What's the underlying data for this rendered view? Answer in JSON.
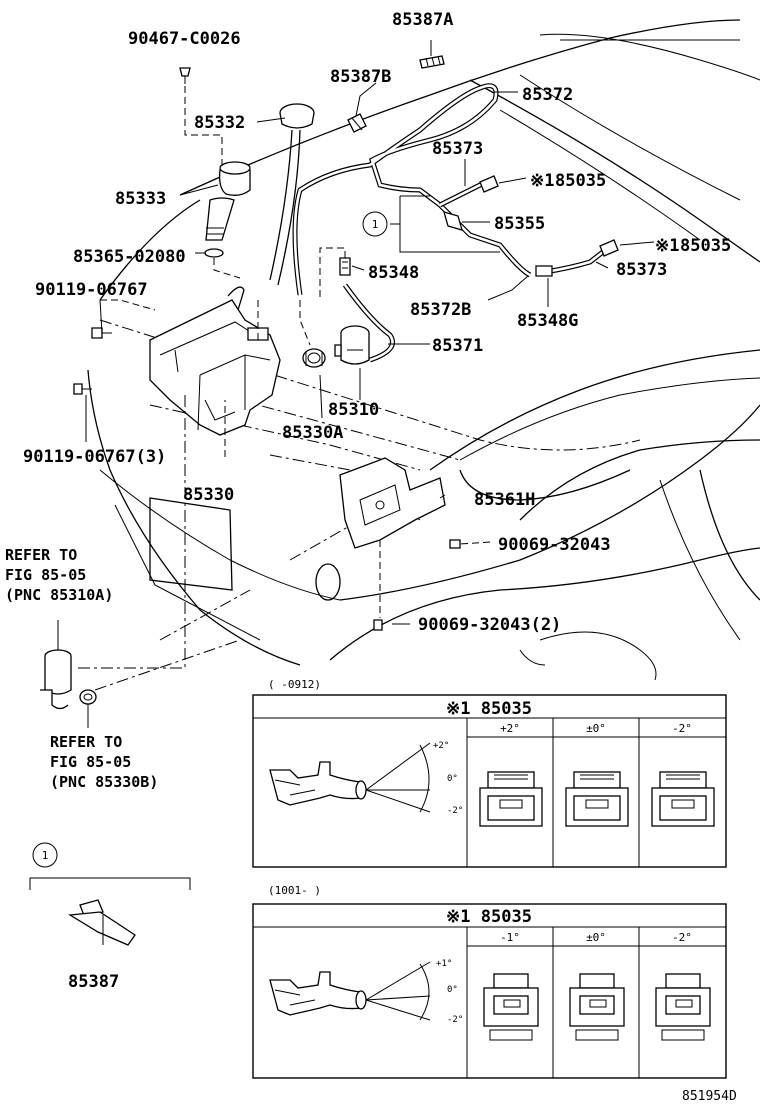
{
  "parts": {
    "p1": "90467-C0026",
    "p2": "85387A",
    "p3": "85387B",
    "p4": "85372",
    "p5": "85332",
    "p6": "85373",
    "p7": "85035",
    "p8": "85333",
    "p9": "85355",
    "p10": "85035",
    "p11": "85365-02080",
    "p12": "85348",
    "p13": "85373",
    "p14": "90119-06767",
    "p15": "85372B",
    "p16": "85348G",
    "p17": "85371",
    "p18": "85310",
    "p19": "85330A",
    "p20": "90119-06767(3)",
    "p21": "85330",
    "p22": "85361H",
    "p23": "90069-32043",
    "p24": "90069-32043(2)",
    "p25": "85387"
  },
  "marks": {
    "ref1": "※1",
    "ref2": "※1",
    "circle1": "1",
    "circle2": "1"
  },
  "refer_top": {
    "l1": "REFER TO",
    "l2": "FIG 85-05",
    "l3": "(PNC 85310A)"
  },
  "refer_bottom": {
    "l1": "REFER TO",
    "l2": "FIG 85-05",
    "l3": "(PNC 85330B)"
  },
  "table1": {
    "date_range": "(    -0912)",
    "title": "※1 85035",
    "cols": [
      "+2°",
      "±0°",
      "-2°"
    ],
    "angles": [
      "+2°",
      "0°",
      "-2°"
    ]
  },
  "table2": {
    "date_range": "(1001-    )",
    "title": "※1 85035",
    "cols": [
      "-1°",
      "±0°",
      "-2°"
    ],
    "angles": [
      "+1°",
      "0°",
      "-2°"
    ]
  },
  "illustration_code": "851954D"
}
